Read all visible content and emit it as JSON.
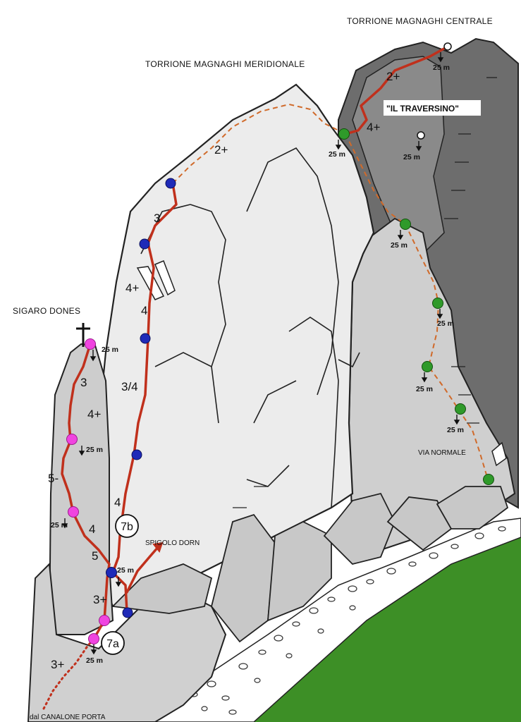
{
  "title_center": "TORRIONE MAGNAGHI CENTRALE",
  "title_south": "TORRIONE MAGNAGHI MERIDIONALE",
  "title_sigaro": "SIGARO DONES",
  "label_traversino": "\"IL TRAVERSINO\"",
  "label_spigolo": "SPIGOLO DORN",
  "label_via_normale": "VIA NORMALE",
  "label_canalone": "dal CANALONE PORTA",
  "route_7a": "7a",
  "route_7b": "7b",
  "grades_sigaro": [
    "3",
    "4+",
    "5-",
    "4",
    "5",
    "3+",
    "3+"
  ],
  "grades_main": [
    "2+",
    "3",
    "4+",
    "4",
    "3/4",
    "4"
  ],
  "grades_centrale": [
    "2+",
    "4+"
  ],
  "belay_label": "25 m",
  "colors": {
    "route_line": "#c0301c",
    "route_dashed": "#d06a2a",
    "belay_blue": "#1f2ab8",
    "belay_magenta": "#f044e0",
    "belay_green": "#2f9a2a",
    "rock_light": "#ececec",
    "rock_mid": "#c9c9c9",
    "rock_dark": "#6a6a6a",
    "grass": "#3d8f26"
  }
}
